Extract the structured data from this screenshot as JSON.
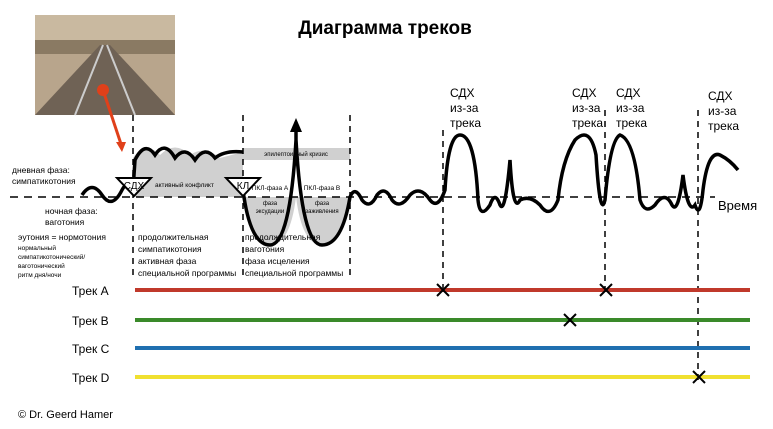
{
  "title": "Диаграмма треков",
  "labels": {
    "day_phase_1": "дневная фаза:",
    "day_phase_2": "симпатикотония",
    "night_phase_1": "ночная фаза:",
    "night_phase_2": "ваготония",
    "eutonia": "эутония = нормотония",
    "normal_1": "нормальный",
    "normal_2": "симпатикотонический/",
    "normal_3": "ваготонический",
    "normal_4": "ритм дня/ночи",
    "sdh": "СДХ",
    "kl": "КЛ",
    "active_conflict": "активный конфликт",
    "epi_crisis": "эпилептоидный кризис",
    "pcl_a": "ПКЛ-фаза А",
    "pcl_a_sub1": "фаза",
    "pcl_a_sub2": "эксудации",
    "pcl_b": "ПКЛ-фаза В",
    "pcl_b_sub1": "фаза",
    "pcl_b_sub2": "заживления",
    "sympa_1": "продолжительная",
    "sympa_2": "симпатикотония",
    "sympa_3": "активная фаза",
    "sympa_4": "специальной программы",
    "vago_1": "продолждительная",
    "vago_2": "ваготония",
    "vago_3": "фаза исцеления",
    "vago_4": "специальной программы",
    "time": "Время",
    "sdh_track_1": "СДХ",
    "sdh_track_2": "из-за",
    "sdh_track_3": "трека",
    "copyright": "© Dr. Geerd Hamer"
  },
  "tracks": [
    {
      "name": "Трек A",
      "color": "#c0392b"
    },
    {
      "name": "Трек B",
      "color": "#3a8a2a"
    },
    {
      "name": "Трек C",
      "color": "#1f6fb0"
    },
    {
      "name": "Трек D",
      "color": "#f0e030"
    }
  ]
}
